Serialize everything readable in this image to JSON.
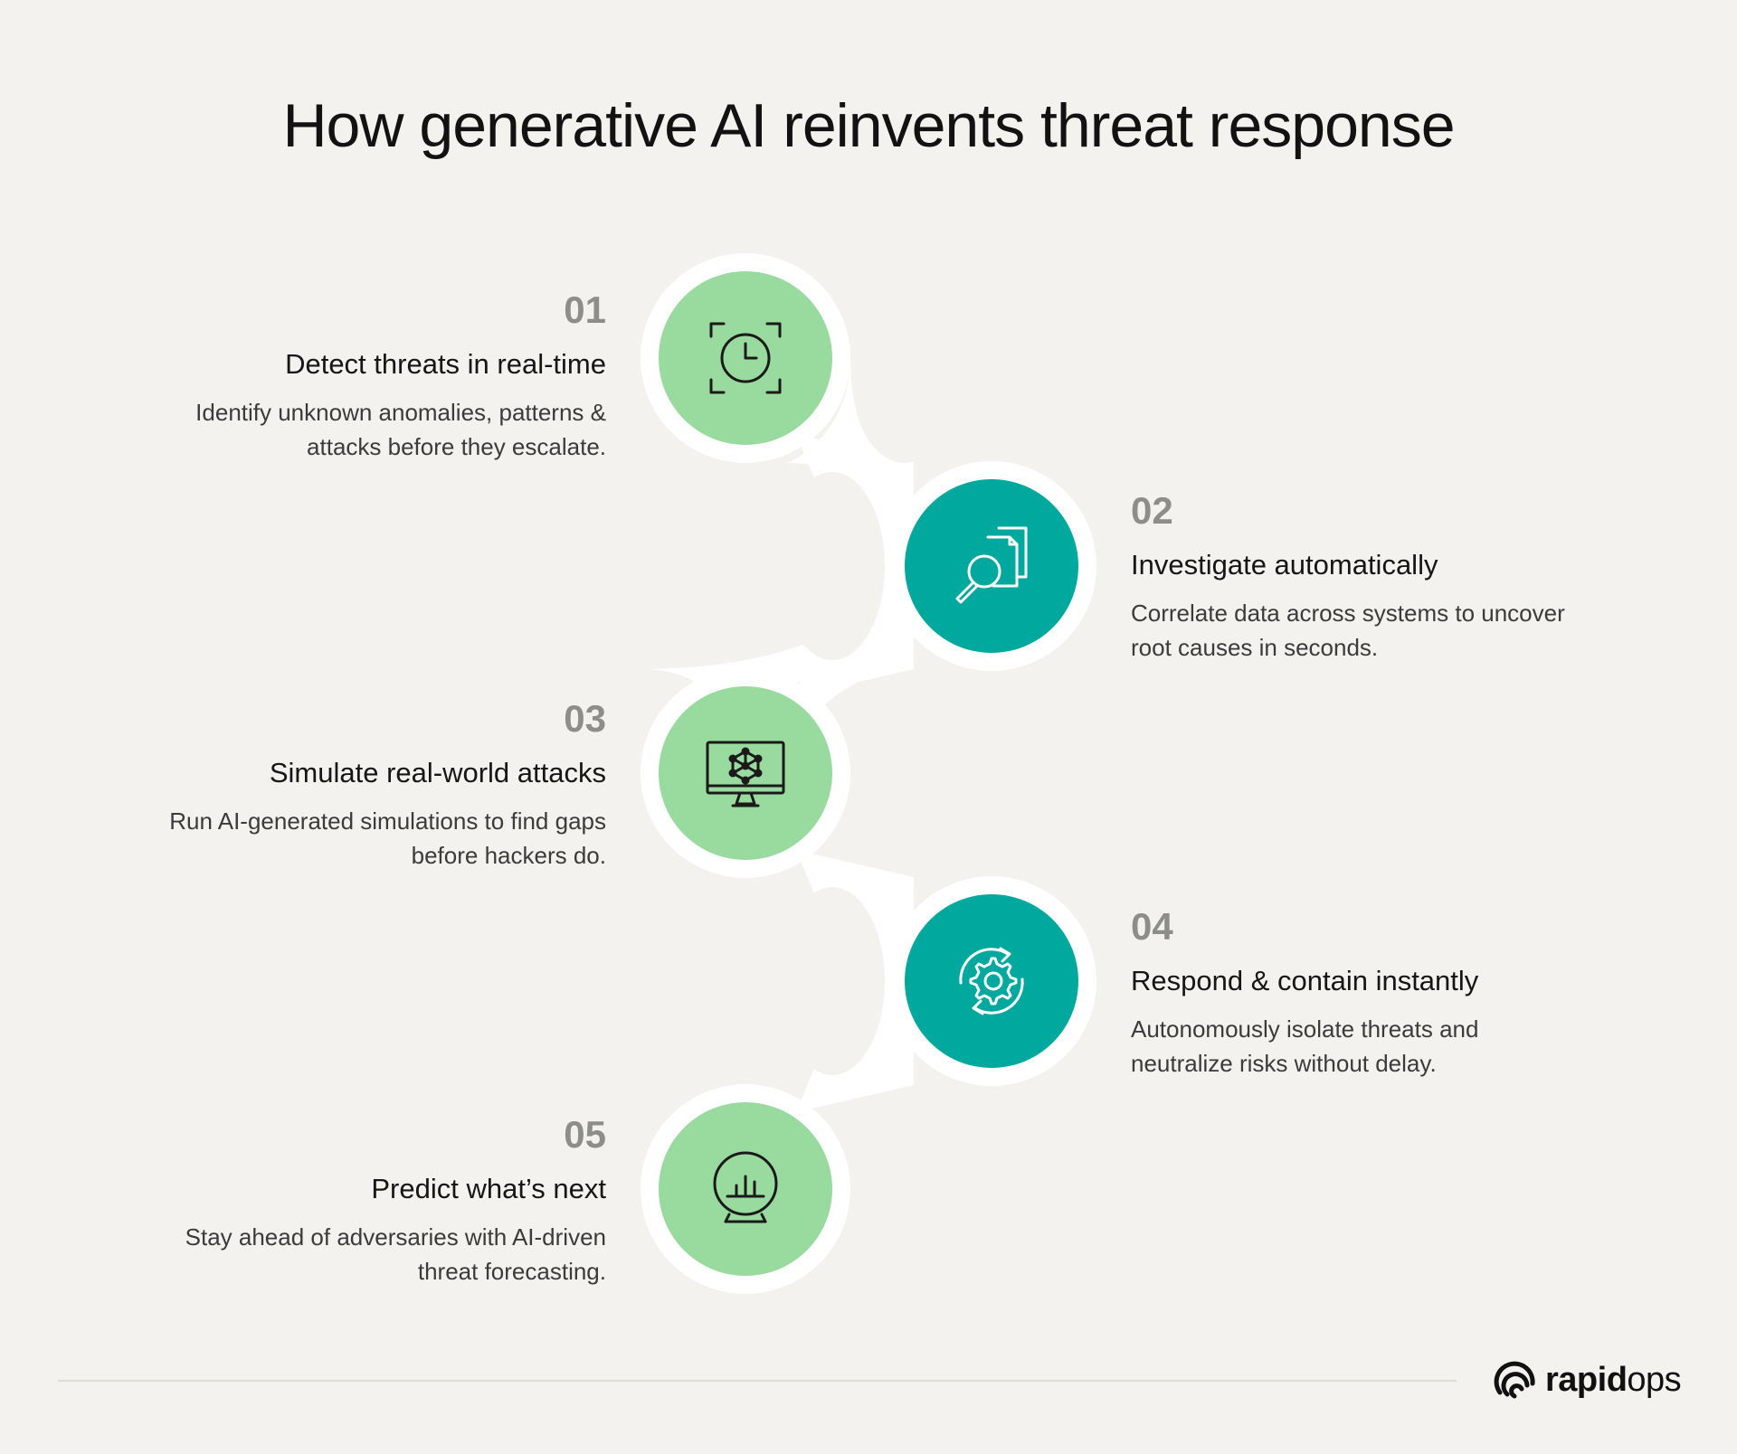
{
  "title": "How generative AI reinvents threat response",
  "colors": {
    "background": "#f3f2ef",
    "light_green": "#99da9f",
    "teal": "#00a89d",
    "connector": "#ffffff",
    "number_grey": "#8d8d8a"
  },
  "steps": [
    {
      "number": "01",
      "title": "Detect threats in real-time",
      "desc_line1": "Identify unknown anomalies, patterns &",
      "desc_line2": "attacks before they escalate.",
      "icon": "clock-scan-icon",
      "color": "light"
    },
    {
      "number": "02",
      "title": "Investigate automatically",
      "desc_line1": "Correlate data across systems to uncover",
      "desc_line2": "root causes in seconds.",
      "icon": "document-search-icon",
      "color": "dark"
    },
    {
      "number": "03",
      "title": "Simulate real-world attacks",
      "desc_line1": "Run AI-generated simulations to find gaps",
      "desc_line2": "before hackers do.",
      "icon": "monitor-network-icon",
      "color": "light"
    },
    {
      "number": "04",
      "title": "Respond & contain instantly",
      "desc_line1": "Autonomously isolate threats and",
      "desc_line2": "neutralize risks without delay.",
      "icon": "gear-refresh-icon",
      "color": "dark"
    },
    {
      "number": "05",
      "title": "Predict what’s next",
      "desc_line1": "Stay ahead of adversaries with AI-driven",
      "desc_line2": "threat forecasting.",
      "icon": "crystal-ball-chart-icon",
      "color": "light"
    }
  ],
  "brand": {
    "part1": "rapid",
    "part2": "ops",
    "icon": "rapidops-logo-icon"
  }
}
